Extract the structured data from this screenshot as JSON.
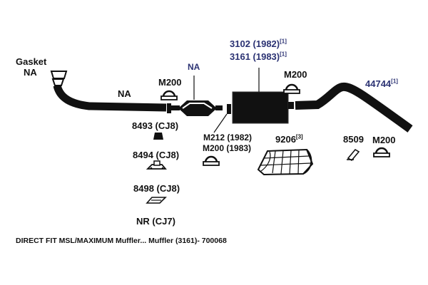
{
  "labels": {
    "gasket": "Gasket",
    "gasket_na": "NA",
    "pipe_na": "NA",
    "converter_na": "NA",
    "clamp_m200_left": "M200",
    "muffler_line1": "3102 (1982)",
    "muffler_line1_note": "[1]",
    "muffler_line2": "3161 (1983)",
    "muffler_line2_note": "[1]",
    "clamp_m200_right": "M200",
    "tailpipe_part": "44744",
    "tailpipe_note": "[1]",
    "hanger_8493": "8493 (CJ8)",
    "hanger_8494": "8494 (CJ8)",
    "hanger_8498": "8498 (CJ8)",
    "nr_cj7": "NR (CJ7)",
    "clamp_m212": "M212 (1982)",
    "clamp_m200_1983": "M200 (1983)",
    "heat_shield": "9206",
    "heat_shield_note": "[3]",
    "hanger_8509": "8509",
    "clamp_m200_far": "M200"
  },
  "caption": "DIRECT FIT MSL/MAXIMUM Muffler... Muffler (3161)- 700068",
  "colors": {
    "ink": "#111111",
    "part_blue": "#2b3273",
    "background": "#ffffff"
  }
}
